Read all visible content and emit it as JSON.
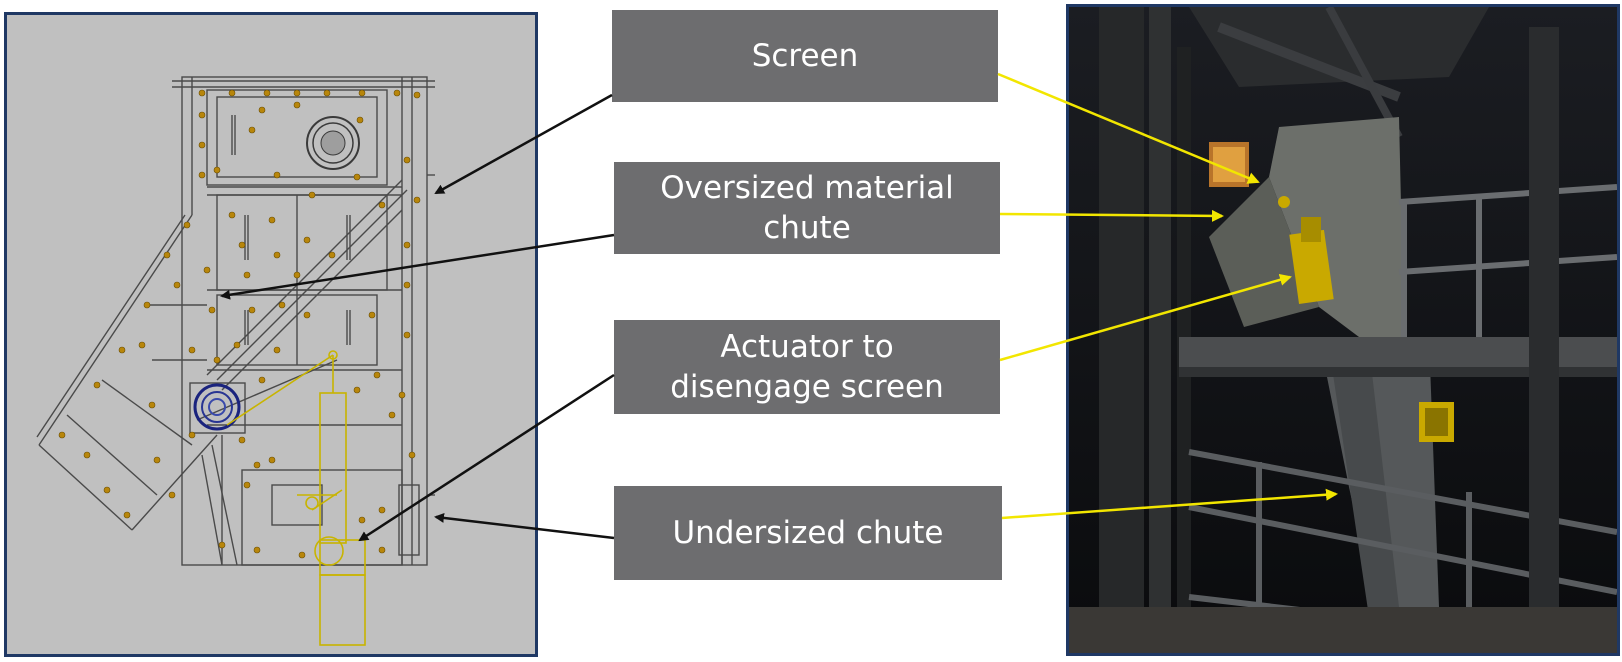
{
  "labels": {
    "screen": "Screen",
    "oversized_chute": "Oversized material\nchute",
    "actuator": "Actuator to\ndisengage screen",
    "undersized_chute": "Undersized chute"
  },
  "colors": {
    "label_box_bg": "#6d6d6f",
    "label_text": "#ffffff",
    "panel_border": "#1f3864",
    "cad_background": "#c0c0c0",
    "cad_lines": "#4a4a4a",
    "bolt": "#b8860b",
    "actuator_outline": "#c8b400",
    "gearbox": "#1a237e",
    "pointer_black": "#111111",
    "pointer_yellow": "#f2e600"
  },
  "icons": {
    "pointer": "arrow-icon"
  }
}
